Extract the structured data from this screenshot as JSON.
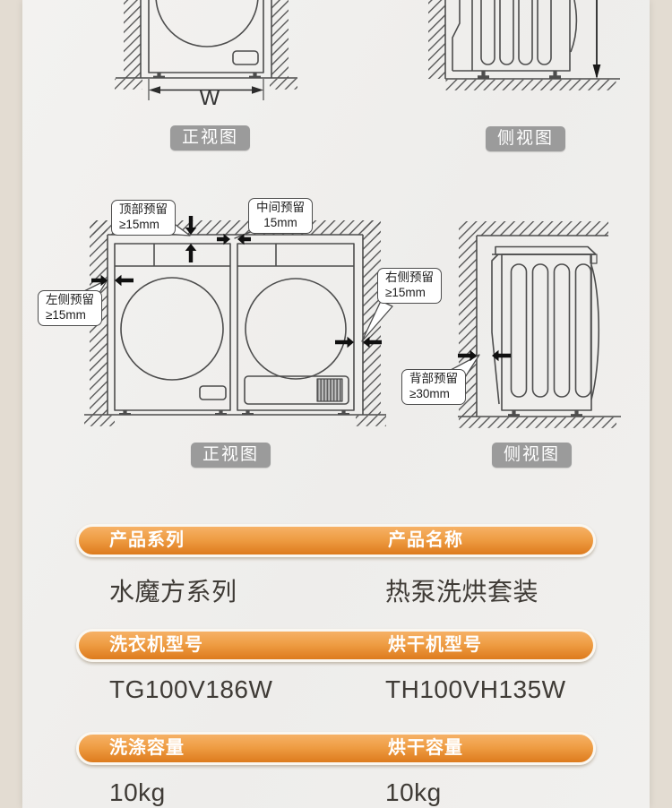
{
  "page": {
    "frame_color": "#E3DCD2",
    "canvas_color": "#F0EFED"
  },
  "top_section": {
    "front_view_badge": "正视图",
    "side_view_badge": "侧视图",
    "width_label": "W"
  },
  "clearance_section": {
    "front_view_badge": "正视图",
    "side_view_badge": "侧视图",
    "callout_top": {
      "title": "顶部预留",
      "value": "≥15mm"
    },
    "callout_middle": {
      "title": "中间预留",
      "value": "15mm"
    },
    "callout_left": {
      "title": "左侧预留",
      "value": "≥15mm"
    },
    "callout_right": {
      "title": "右侧预留",
      "value": "≥15mm"
    },
    "callout_back": {
      "title": "背部预留",
      "value": "≥30mm"
    }
  },
  "spec_table": {
    "accent_top": "#F6B166",
    "accent_bottom": "#DD7B1D",
    "rows": [
      {
        "headers": [
          "产品系列",
          "产品名称"
        ],
        "values": [
          "水魔方系列",
          "热泵洗烘套装"
        ]
      },
      {
        "headers": [
          "洗衣机型号",
          "烘干机型号"
        ],
        "values": [
          "TG100V186W",
          "TH100VH135W"
        ]
      },
      {
        "headers": [
          "洗涤容量",
          "烘干容量"
        ],
        "values": [
          "10kg",
          "10kg"
        ]
      }
    ]
  }
}
